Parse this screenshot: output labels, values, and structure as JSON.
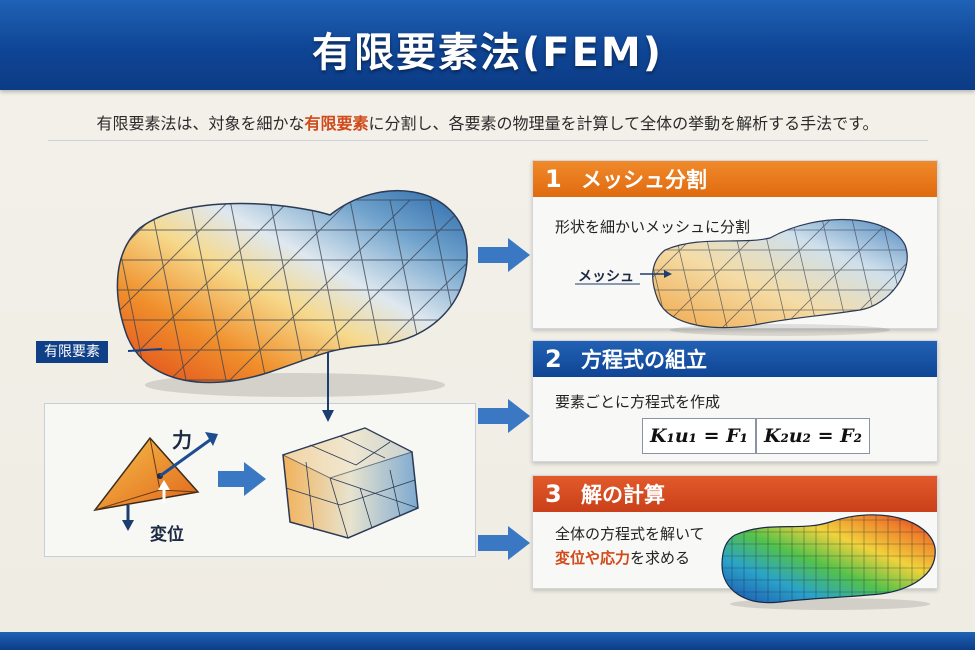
{
  "header": {
    "title": "有限要素法(FEM)"
  },
  "intro": {
    "before": "有限要素法は、対象を細かな",
    "highlight": "有限要素",
    "after": "に分割し、各要素の物理量を計算して全体の挙動を解析する手法です。"
  },
  "diagram": {
    "element_tag": "有限要素",
    "force_label": "力",
    "displacement_label": "変位"
  },
  "steps": [
    {
      "number": "1",
      "title": "メッシュ分割",
      "desc": "形状を細かいメッシュに分割",
      "mesh_label": "メッシュ"
    },
    {
      "number": "2",
      "title": "方程式の組立",
      "desc": "要素ごとに方程式を作成",
      "eq1": "K₁u₁ = F₁",
      "eq2": "K₂u₂ = F₂"
    },
    {
      "number": "3",
      "title": "解の計算",
      "desc": "全体の方程式を解いて",
      "desc2_highlight": "変位や応力",
      "desc2_after": "を求める"
    }
  ],
  "colors": {
    "header_blue": "#0f4595",
    "step1_orange": "#e8781a",
    "step2_blue": "#1a55a8",
    "step3_red": "#d24a20",
    "highlight_red": "#d04a1a"
  }
}
